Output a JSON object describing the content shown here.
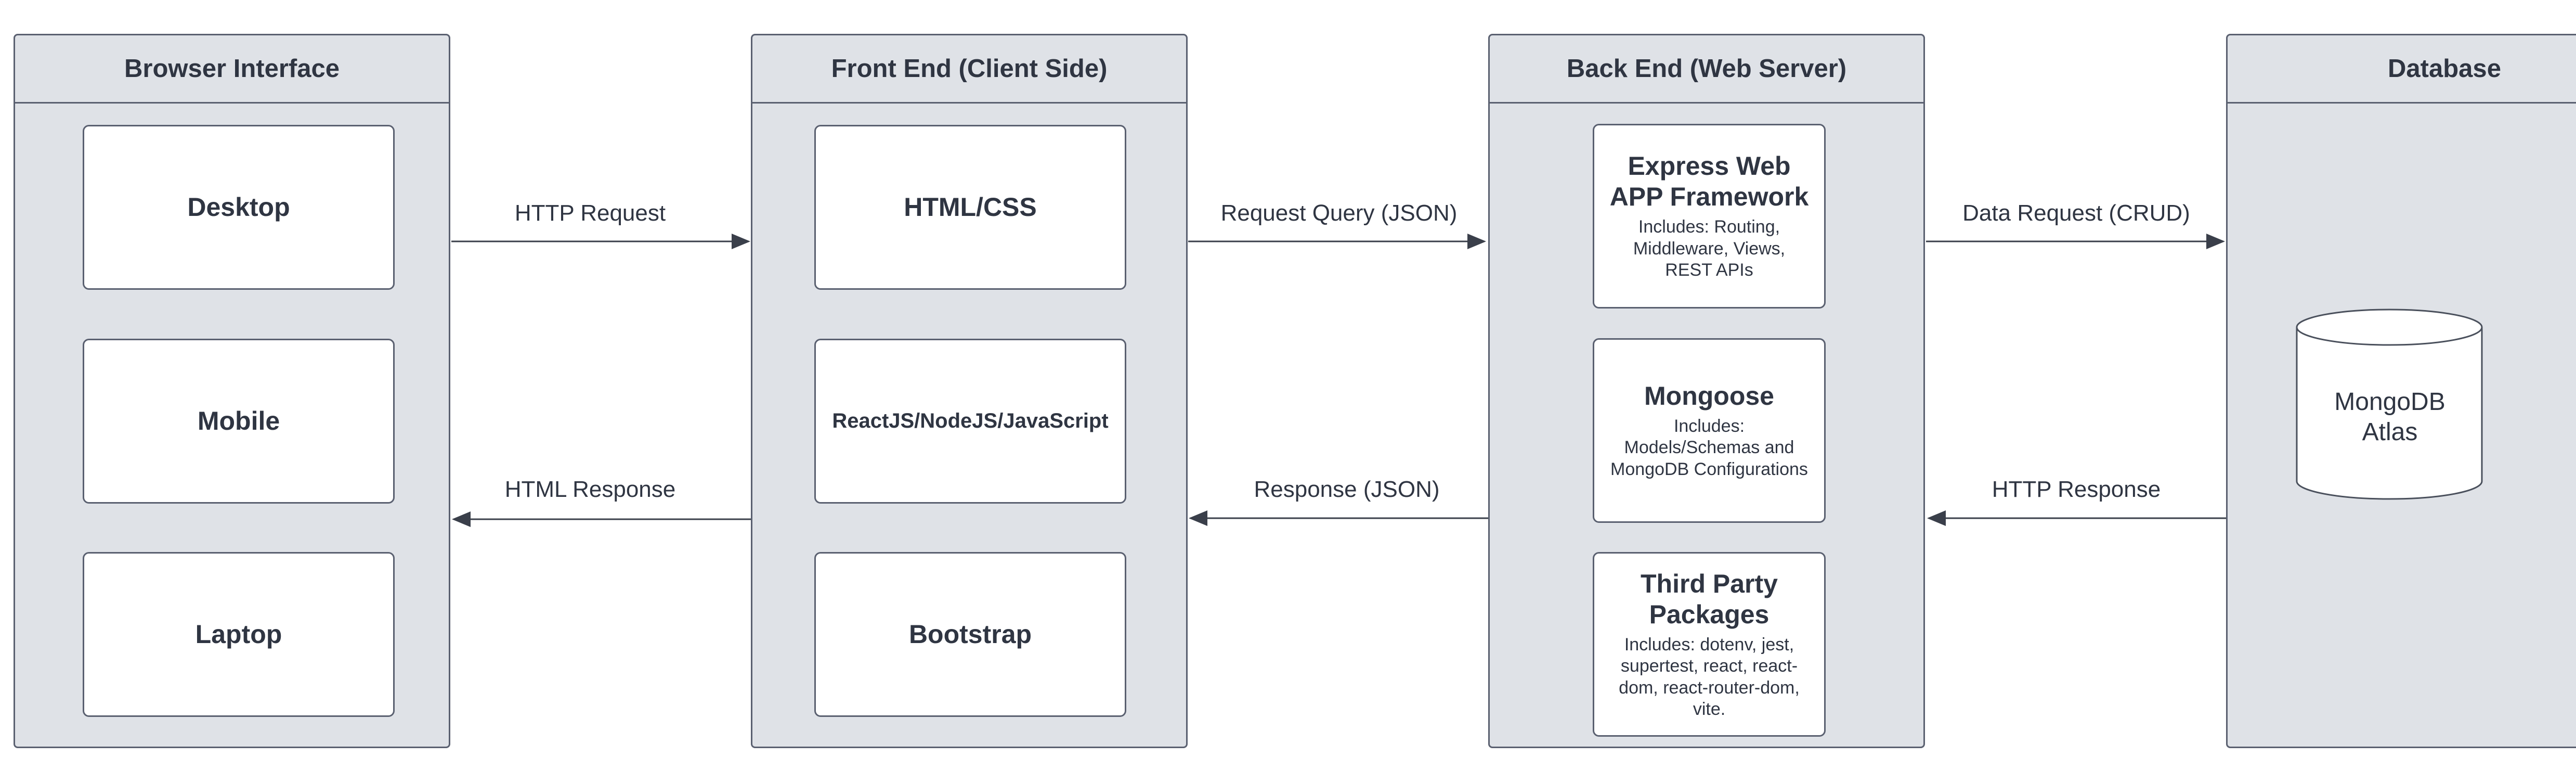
{
  "lanes": {
    "browser": {
      "title": "Browser Interface",
      "items": [
        "Desktop",
        "Mobile",
        "Laptop"
      ]
    },
    "frontend": {
      "title": "Front End (Client Side)",
      "items": [
        "HTML/CSS",
        "ReactJS/NodeJS/JavaScript",
        "Bootstrap"
      ]
    },
    "backend": {
      "title": "Back End (Web Server)",
      "express": {
        "title": "Express Web APP Framework",
        "note": "Includes: Routing, Middleware, Views, REST APIs"
      },
      "mongoose": {
        "title": "Mongoose",
        "note": "Includes: Models/Schemas and MongoDB Configurations"
      },
      "third_party": {
        "title": "Third Party Packages",
        "note": "Includes: dotenv, jest, supertest, react, react-dom, react-router-dom, vite."
      }
    },
    "database": {
      "title": "Database",
      "db_line1": "MongoDB",
      "db_line2": "Atlas"
    }
  },
  "connectors": {
    "http_request": "HTTP Request",
    "html_response": "HTML Response",
    "request_query": "Request Query (JSON)",
    "response_json": "Response (JSON)",
    "data_request": "Data Request (CRUD)",
    "http_response": "HTTP Response"
  }
}
